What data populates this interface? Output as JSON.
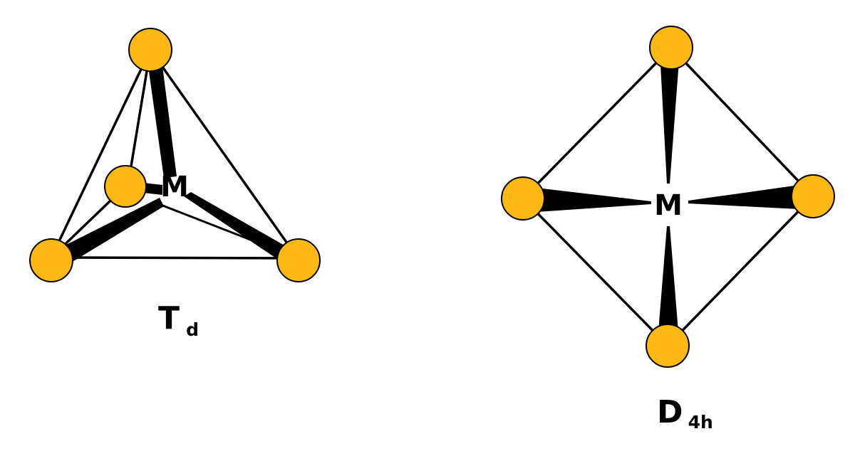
{
  "colors": {
    "atom_fill": "#FDB913",
    "line": "#000000",
    "background": "#FFFFFF"
  },
  "tetrahedral": {
    "center_label": "M",
    "symmetry_main": "T",
    "symmetry_sub": "d"
  },
  "square_planar": {
    "center_label": "M",
    "symmetry_main": "D",
    "symmetry_sub": "4h"
  }
}
